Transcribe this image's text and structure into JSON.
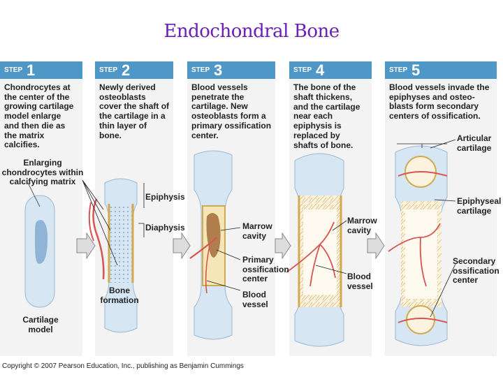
{
  "title": "Endochondral Bone",
  "steps": [
    {
      "word": "STEP",
      "num": "1",
      "text": [
        "Chondrocytes at",
        "the center of the",
        "growing cartilage",
        "model enlarge",
        "and then die as",
        "the matrix",
        "calcifies."
      ]
    },
    {
      "word": "STEP",
      "num": "2",
      "text": [
        "Newly derived",
        "osteoblasts",
        "cover the shaft of",
        "the cartilage in a",
        "thin layer of",
        "bone."
      ]
    },
    {
      "word": "STEP",
      "num": "3",
      "text": [
        "Blood vessels",
        "penetrate the",
        "cartilage. New",
        "osteoblasts form a",
        "primary ossification",
        "center."
      ]
    },
    {
      "word": "STEP",
      "num": "4",
      "text": [
        "The bone of the",
        "shaft thickens,",
        "and the cartilage",
        "near each",
        "epiphysis is",
        "replaced by",
        "shafts of bone."
      ]
    },
    {
      "word": "STEP",
      "num": "5",
      "text": [
        "Blood vessels invade the",
        "epiphyses and osteo-",
        "blasts form secondary",
        "centers of ossification."
      ]
    }
  ],
  "labels": {
    "enlarging": [
      "Enlarging",
      "chondrocytes within",
      "calcifying matrix"
    ],
    "cartilage_model": [
      "Cartilage",
      "model"
    ],
    "epiphysis": "Epiphysis",
    "diaphysis": "Diaphysis",
    "bone_formation": [
      "Bone",
      "formation"
    ],
    "marrow_cavity_3": [
      "Marrow",
      "cavity"
    ],
    "primary_ossification": [
      "Primary",
      "ossification",
      "center"
    ],
    "blood_vessel_3": [
      "Blood",
      "vessel"
    ],
    "marrow_cavity_4": [
      "Marrow",
      "cavity"
    ],
    "blood_vessel_4": [
      "Blood",
      "vessel"
    ],
    "articular_cartilage": [
      "Articular",
      "cartilage"
    ],
    "epiphyseal_cartilage": [
      "Epiphyseal",
      "cartilage"
    ],
    "secondary_ossification": [
      "Secondary",
      "ossification",
      "center"
    ]
  },
  "copyright": "Copyright © 2007 Pearson Education, Inc., publishing as Benjamin Cummings"
}
